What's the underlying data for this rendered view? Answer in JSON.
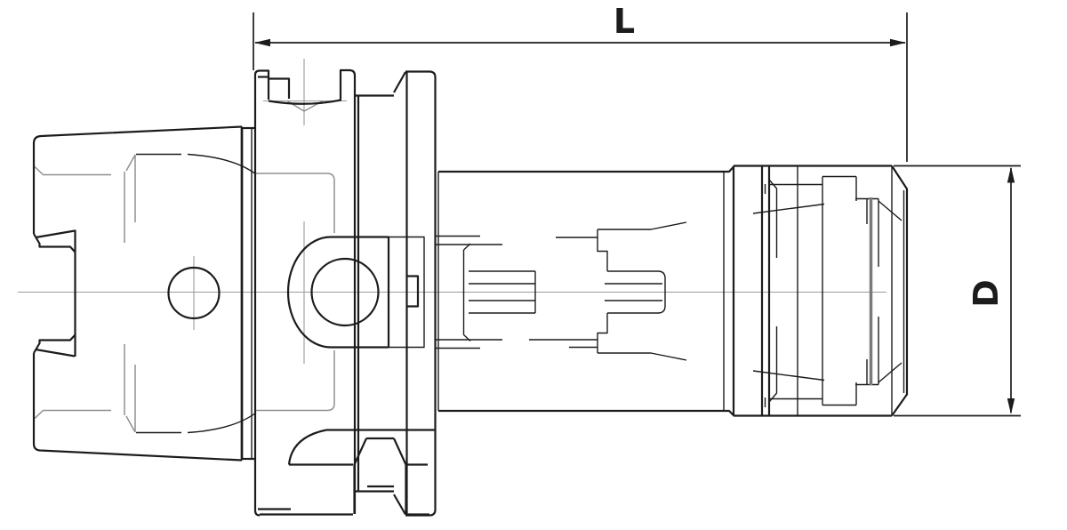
{
  "page": {
    "background": "#ffffff",
    "description": "Engineering line drawing of a collet chuck tool holder with HSK hollow taper shank, side view, with overall length and diameter dimension callouts"
  },
  "drawing": {
    "title": "Tool holder technical drawing",
    "view": "side elevation",
    "style": {
      "outline_color": "#1c1c1c",
      "auxiliary_line_color": "#8f8f8f",
      "centerline_color": "#9a9a9a",
      "background": "#ffffff"
    },
    "parts": [
      "hsk-taper-shank",
      "gripper-groove",
      "flange-with-vee-groove",
      "drive-key-slot",
      "side-lock-boss",
      "cylindrical-body",
      "internal-coolant-tube",
      "collet",
      "clamping-nut"
    ],
    "dimensions": {
      "length": {
        "label": "L",
        "orientation": "horizontal",
        "position": "top"
      },
      "diameter": {
        "label": "D",
        "orientation": "vertical",
        "position": "right"
      }
    }
  }
}
